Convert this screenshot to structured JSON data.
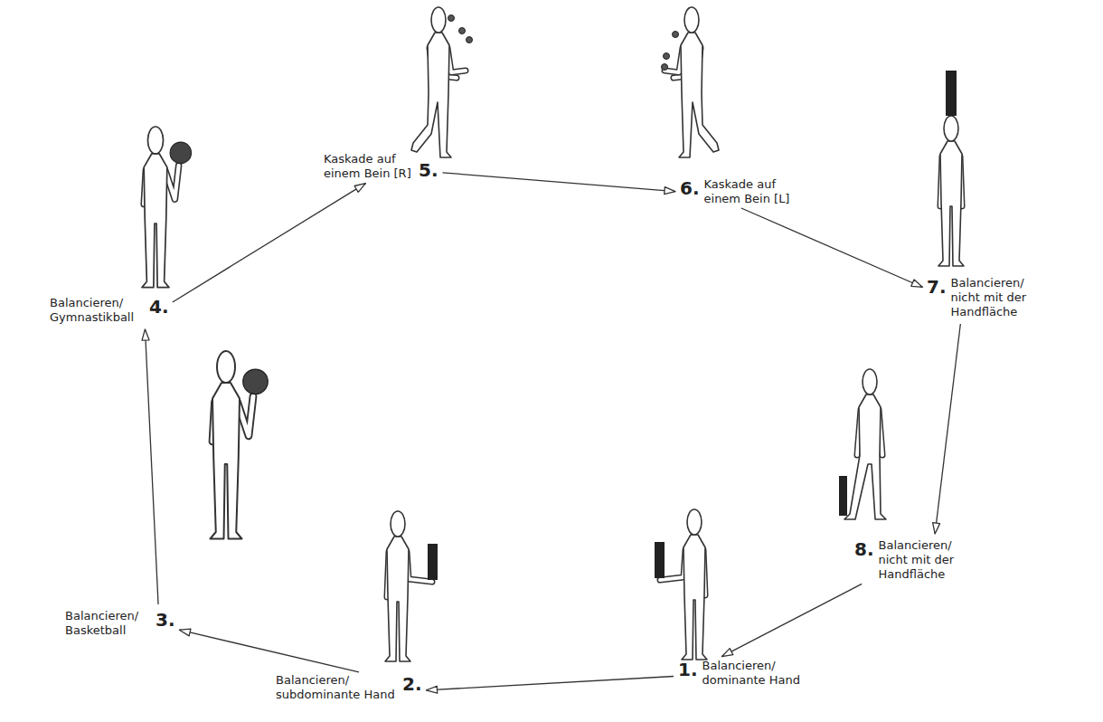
{
  "diagram": {
    "nodes": [
      {
        "text": [
          "1.",
          "Balancieren/ dominante Hand"
        ]
      },
      {
        "text": [
          "2.",
          "Balancieren/ subdominante Hand"
        ]
      },
      {
        "text": [
          "3.",
          "Balancieren/ Basketball"
        ]
      },
      {
        "text": [
          "4.",
          "Balancieren/ Gymnastikball"
        ]
      },
      {
        "text": [
          "5.",
          "Kaskade auf einem Bein [R]"
        ]
      },
      {
        "text": [
          "6.",
          "Kaskade auf einem Bein [L]"
        ]
      },
      {
        "text": [
          "7.",
          "Balancieren/ nicht mit der Handfläche"
        ]
      },
      {
        "text": [
          "8.",
          "Balancieren/ nicht mit der Handfläche"
        ]
      }
    ],
    "edges": [
      {
        "from": 0,
        "to": 1,
        "arrow": "to"
      },
      {
        "from": 1,
        "to": 2,
        "arrow": "to"
      },
      {
        "from": 2,
        "to": 3,
        "arrow": "to"
      },
      {
        "from": 3,
        "to": 4,
        "arrow": "to"
      },
      {
        "from": 4,
        "to": 5,
        "arrow": "to"
      },
      {
        "from": 5,
        "to": 6,
        "arrow": "to"
      },
      {
        "from": 6,
        "to": 7,
        "arrow": "to"
      },
      {
        "from": 7,
        "to": 0,
        "arrow": "to"
      }
    ]
  }
}
